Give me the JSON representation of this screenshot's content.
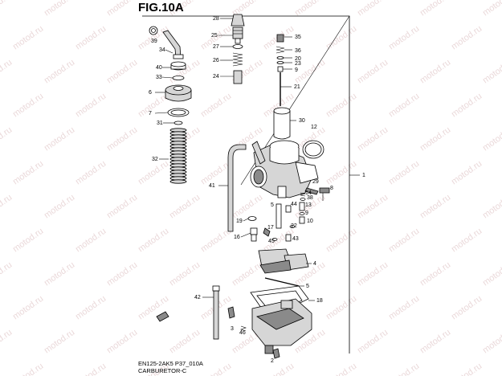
{
  "title": "FIG.10A",
  "footer": {
    "code": "EN125-2AK5 P37_010A",
    "name": "CARBURETOR-C"
  },
  "watermark": "motod.ru",
  "callouts": [
    "28",
    "25",
    "27",
    "26",
    "24",
    "39",
    "34",
    "40",
    "33",
    "6",
    "7",
    "31",
    "32",
    "35",
    "36",
    "20",
    "23",
    "9",
    "21",
    "30",
    "12",
    "1",
    "41",
    "29",
    "14",
    "38",
    "8",
    "5",
    "44",
    "13",
    "9",
    "19",
    "10",
    "22",
    "16",
    "17",
    "43",
    "45",
    "4",
    "5",
    "42",
    "18",
    "3",
    "46",
    "2"
  ]
}
